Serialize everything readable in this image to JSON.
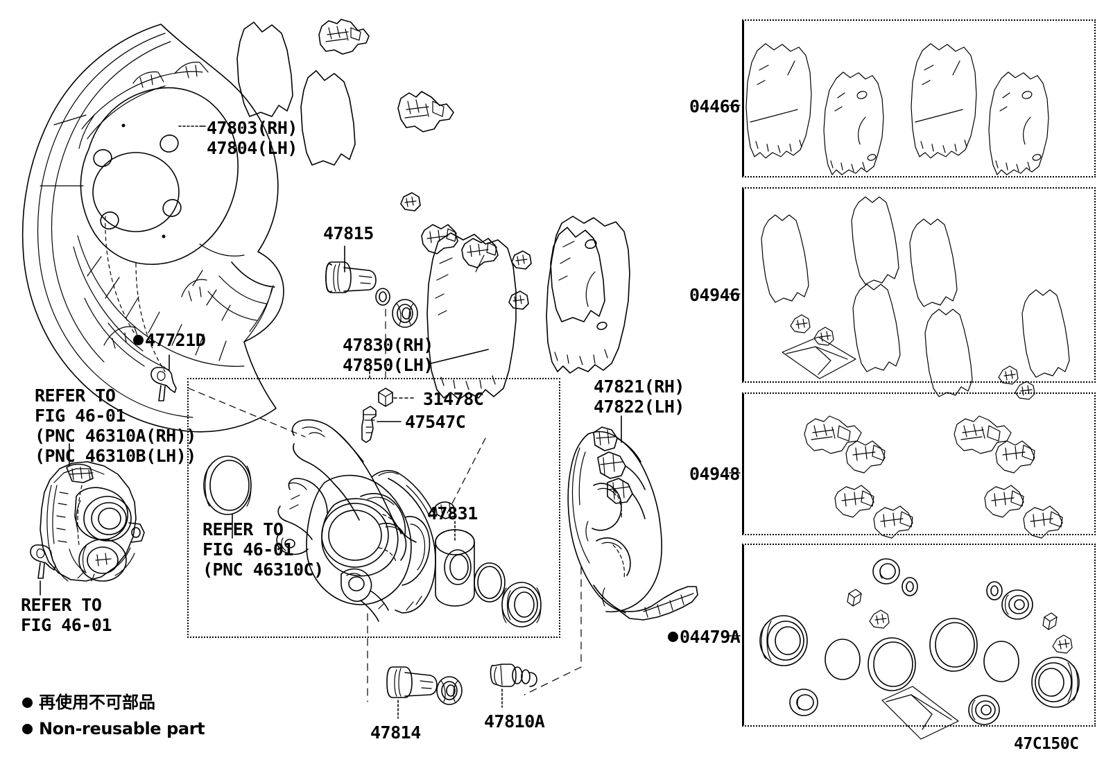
{
  "diagram": {
    "code": "47C150C",
    "title_parts": "Toyota rear disc brake caliper exploded parts diagram"
  },
  "legend": {
    "japanese": "再使用不可部品",
    "english": "Non-reusable part",
    "bullet_meaning": "non-reusable"
  },
  "labels": {
    "dust_cover": "47803(RH)\n47804(LH)",
    "slide_pin_upper": "47815",
    "bolt_47721d": "47721D",
    "bolt_47721d_bullet": true,
    "caliper_assy": "47830(RH)\n47850(LH)",
    "bleeder_cap": "31478C",
    "bleeder_plug": "47547C",
    "piston": "47831",
    "mounting_bracket": "47821(RH)\n47822(LH)",
    "slide_pin_lower": "47814",
    "pin_bolt": "47810A",
    "refer_actuator": "REFER TO\nFIG 46-01\n(PNC 46310A(RH))\n(PNC 46310B(LH))",
    "refer_motor": "REFER TO\nFIG 46-01",
    "refer_boot": "REFER TO\nFIG 46-01\n(PNC 46310C)"
  },
  "kits": [
    {
      "number": "04466",
      "bullet": false,
      "name": "front-pad-kit",
      "contents": "brake pads"
    },
    {
      "number": "04946",
      "bullet": false,
      "name": "shim-kit",
      "contents": "anti-squeal shims and grease packet"
    },
    {
      "number": "04948",
      "bullet": false,
      "name": "fitting-kit",
      "contents": "pad support plates / clips"
    },
    {
      "number": "04479A",
      "bullet": true,
      "name": "seal-kit",
      "contents": "piston seals, dust boots, grease packet"
    }
  ]
}
